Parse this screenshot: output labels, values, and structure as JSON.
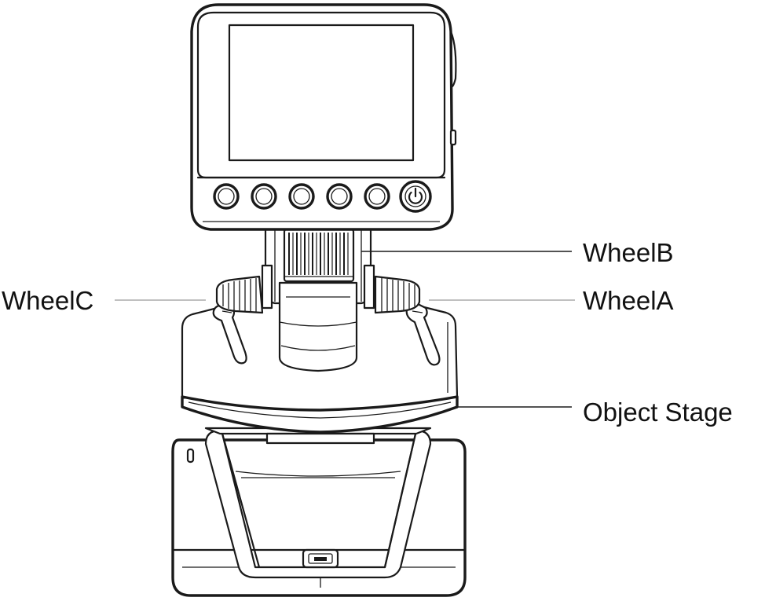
{
  "labels": {
    "wheel_b": "WheelB",
    "wheel_c": "WheelC",
    "wheel_a": "WheelA",
    "object_stage": "Object Stage"
  },
  "icons": {
    "power": "power-icon"
  },
  "colors": {
    "line": "#1a1a1a",
    "background": "#ffffff"
  }
}
